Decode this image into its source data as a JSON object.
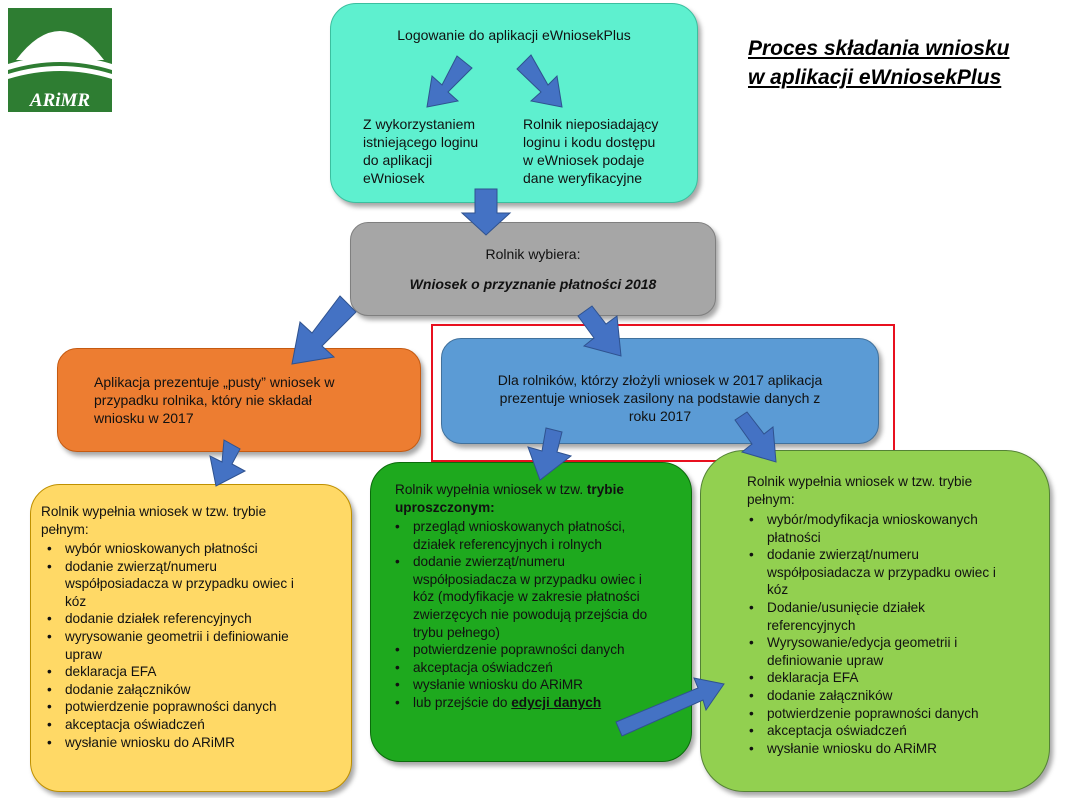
{
  "logo": {
    "text": "ARiMR",
    "brand_color": "#2e7d32"
  },
  "title": {
    "line1": "Proces składania wniosku",
    "line2": "w aplikacji eWniosekPlus"
  },
  "top_box": {
    "heading": "Logowanie do aplikacji eWniosekPlus",
    "left": [
      "Z wykorzystaniem",
      "istniejącego loginu",
      "do aplikacji",
      "eWniosek"
    ],
    "right": [
      "Rolnik nieposiadający",
      "loginu i kodu dostępu",
      "w eWniosek podaje",
      "dane weryfikacyjne"
    ],
    "color": "#5ef0cf"
  },
  "gray_box": {
    "line1": "Rolnik wybiera:",
    "line2": "Wniosek o  przyznanie płatności 2018",
    "color": "#a6a6a6"
  },
  "orange_box": {
    "lines": [
      "Aplikacja prezentuje „pusty” wniosek w",
      "przypadku rolnika, który nie składał",
      "wniosku w 2017"
    ],
    "color": "#ed7d31"
  },
  "blue_box": {
    "lines": [
      "Dla rolników, którzy złożyli wniosek w 2017 aplikacja",
      "prezentuje wniosek zasilony na podstawie danych z",
      "roku 2017"
    ],
    "color": "#5b9bd5",
    "highlight_color": "#e8101f"
  },
  "yellow_box": {
    "heading": [
      "Rolnik wypełnia wniosek w tzw. trybie",
      "pełnym:"
    ],
    "items": [
      [
        "wybór wnioskowanych płatności"
      ],
      [
        "dodanie zwierząt/numeru",
        "współposiadacza w przypadku owiec i",
        "kóz"
      ],
      [
        "dodanie działek referencyjnych"
      ],
      [
        "wyrysowanie geometrii i definiowanie",
        "upraw"
      ],
      [
        "deklaracja EFA"
      ],
      [
        "dodanie załączników"
      ],
      [
        "potwierdzenie poprawności danych"
      ],
      [
        "akceptacja oświadczeń"
      ],
      [
        "wysłanie wniosku do ARiMR"
      ]
    ],
    "color": "#ffd966"
  },
  "green_box": {
    "heading_plain": "Rolnik wypełnia wniosek w tzw.",
    "heading_bold1": "trybie",
    "heading_bold2": "uproszczonym:",
    "items": [
      [
        "przegląd wnioskowanych płatności,",
        "działek referencyjnych i rolnych"
      ],
      [
        "dodanie zwierząt/numeru",
        "współposiadacza w przypadku owiec i",
        "kóz (modyfikacje w zakresie płatności",
        "zwierzęcych nie powodują przejścia do",
        "trybu pełnego)"
      ],
      [
        "potwierdzenie poprawności danych"
      ],
      [
        "akceptacja oświadczeń"
      ],
      [
        "wysłanie wniosku do ARiMR"
      ]
    ],
    "last_plain": "lub przejście do",
    "last_bold": "edycji danych",
    "color": "#1ea91e"
  },
  "lightgreen_box": {
    "heading": [
      "Rolnik wypełnia wniosek w tzw. trybie",
      "pełnym:"
    ],
    "items": [
      [
        "wybór/modyfikacja wnioskowanych",
        "płatności"
      ],
      [
        "dodanie zwierząt/numeru",
        "współposiadacza w przypadku owiec i",
        "kóz"
      ],
      [
        "Dodanie/usunięcie działek",
        "referencyjnych"
      ],
      [
        "Wyrysowanie/edycja geometrii i",
        "definiowanie upraw"
      ],
      [
        "deklaracja EFA"
      ],
      [
        "dodanie załączników"
      ],
      [
        "potwierdzenie poprawności danych"
      ],
      [
        "akceptacja oświadczeń"
      ],
      [
        "wysłanie wniosku do ARiMR"
      ]
    ],
    "color": "#92d050"
  },
  "arrow_color": "#4472c4"
}
